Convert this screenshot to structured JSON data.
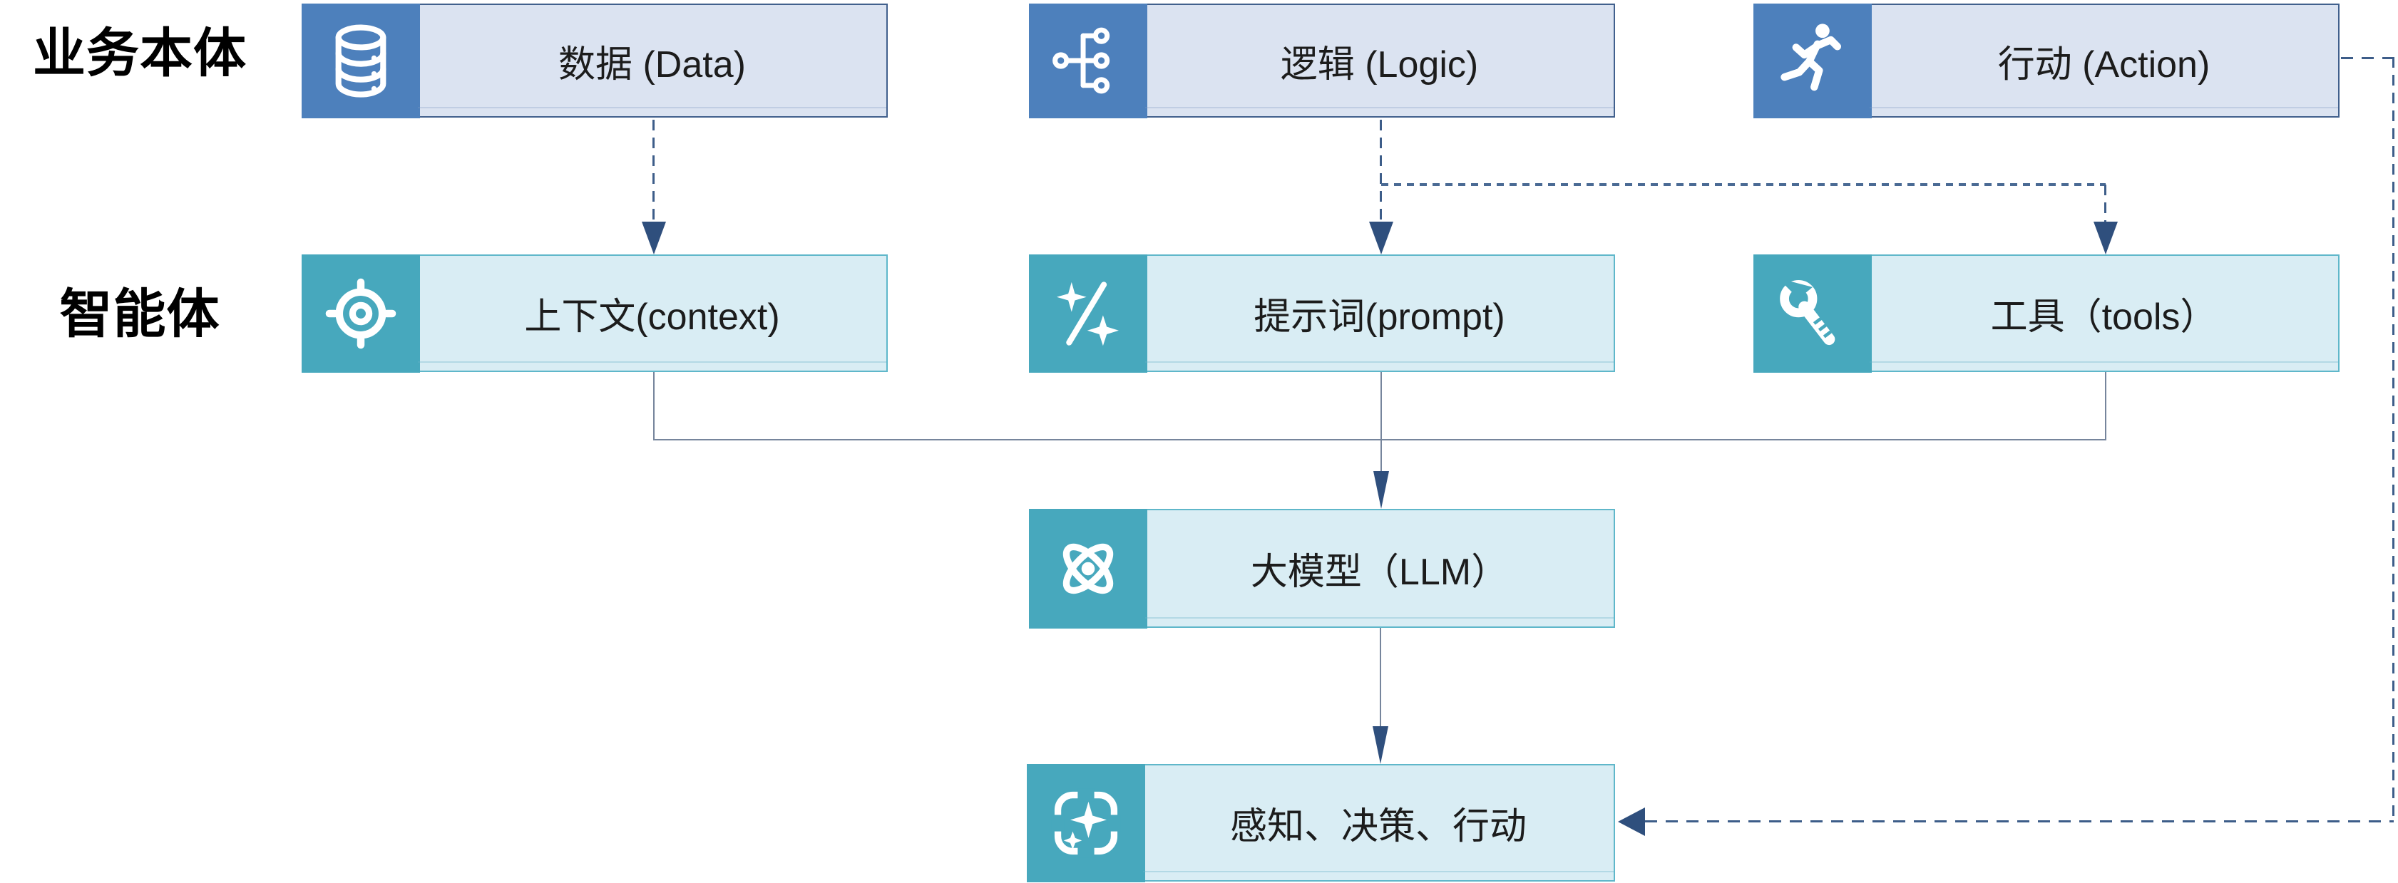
{
  "diagram": {
    "title_hint": "agent-architecture-flow",
    "row_labels": {
      "business": "业务本体",
      "agent": "智能体"
    },
    "business_row": [
      {
        "label": "数据 (Data)",
        "icon": "database-icon"
      },
      {
        "label": "逻辑 (Logic)",
        "icon": "hierarchy-icon"
      },
      {
        "label": "行动 (Action)",
        "icon": "runner-icon"
      }
    ],
    "agent_row": [
      {
        "label": "上下文(context)",
        "icon": "target-icon"
      },
      {
        "label": "提示词(prompt)",
        "icon": "wand-sparkles-icon"
      },
      {
        "label": "工具（tools）",
        "icon": "wrench-icon"
      }
    ],
    "llm": {
      "label": "大模型（LLM）",
      "icon": "atom-icon"
    },
    "output": {
      "label": "感知、决策、行动",
      "icon": "sparkle-frame-icon"
    },
    "colors": {
      "business_icon_bg": "#4d80bc",
      "business_fill": "#dbe3f1",
      "business_border": "#41608d",
      "agent_icon_bg": "#47a8bd",
      "agent_fill": "#d9edf4",
      "agent_border": "#5fb7ca",
      "arrowhead": "#2f4f7d",
      "dashed_line": "#3d5d89",
      "solid_line": "#76859c",
      "text": "#1c1c1c"
    }
  }
}
